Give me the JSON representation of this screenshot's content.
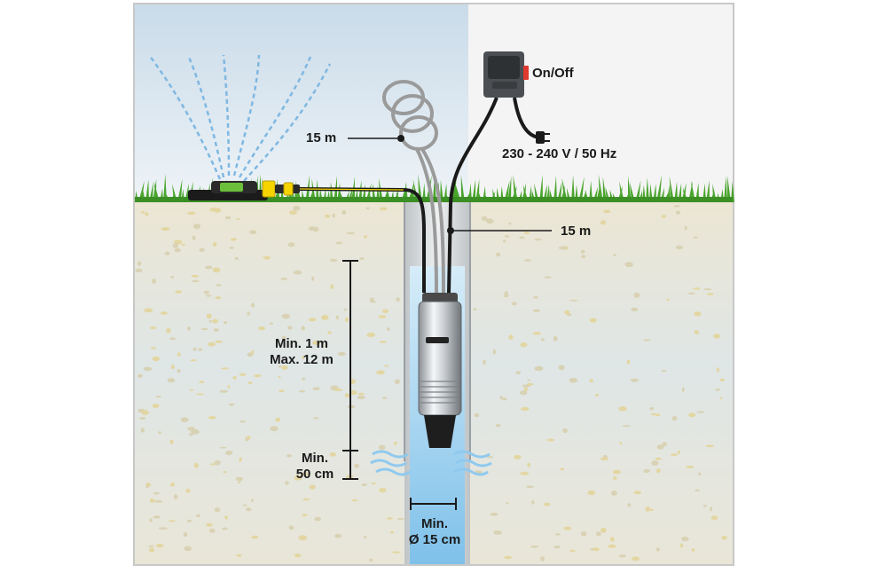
{
  "labels": {
    "rope_length": "15 m",
    "switch": "On/Off",
    "power": "230 - 240 V / 50 Hz",
    "cable_length": "15 m",
    "depth_range_line1": "Min. 1 m",
    "depth_range_line2": "Max. 12 m",
    "bottom_clearance_line1": "Min.",
    "bottom_clearance_line2": "50 cm",
    "well_diameter_line1": "Min.",
    "well_diameter_line2": "Ø 15 cm"
  },
  "colors": {
    "sky": "#dfe9f2",
    "soil": "#e6e2d2",
    "grass": "#3f9a2a",
    "water": "#9fd0ee",
    "cable": "#1a1a1a",
    "sprinkler_yellow": "#f5d400",
    "switch_red": "#e03a2e"
  }
}
